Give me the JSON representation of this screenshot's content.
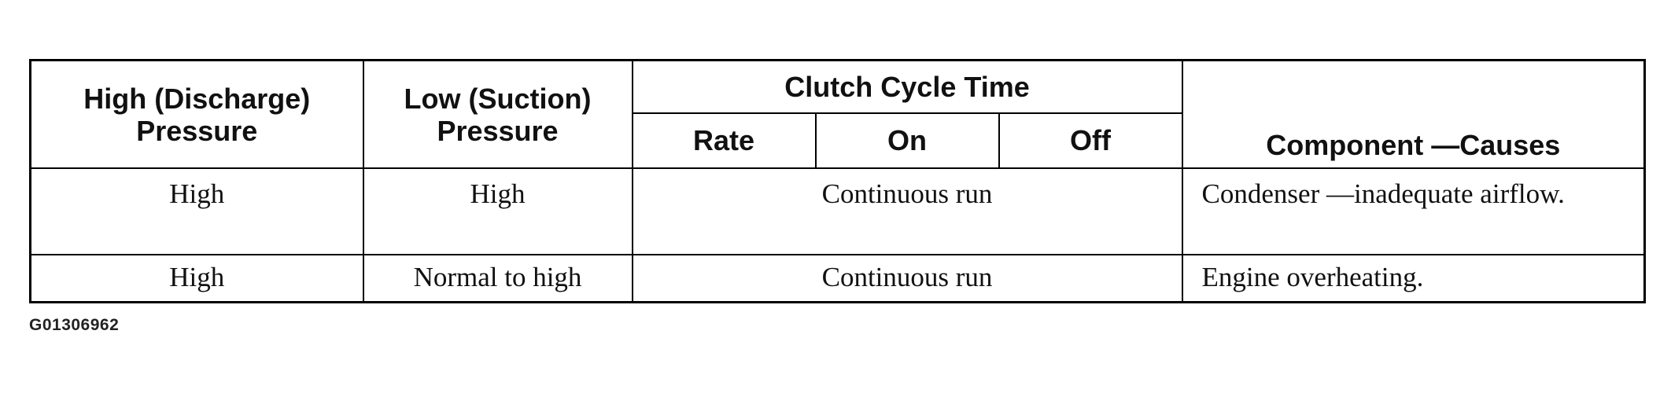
{
  "table": {
    "headers": {
      "high_pressure": [
        "High (Discharge)",
        "Pressure"
      ],
      "low_pressure": [
        "Low (Suction)",
        "Pressure"
      ],
      "clutch_cycle_time": "Clutch Cycle Time",
      "clutch_sub": {
        "rate": "Rate",
        "on": "On",
        "off": "Off"
      },
      "component": "Component —Causes"
    },
    "rows": [
      {
        "high": "High",
        "low": "High",
        "clutch": "Continuous run",
        "cause": "Condenser —inadequate airflow."
      },
      {
        "high": "High",
        "low": "Normal to high",
        "clutch": "Continuous run",
        "cause": "Engine overheating."
      }
    ]
  },
  "figure_code": "G01306962"
}
